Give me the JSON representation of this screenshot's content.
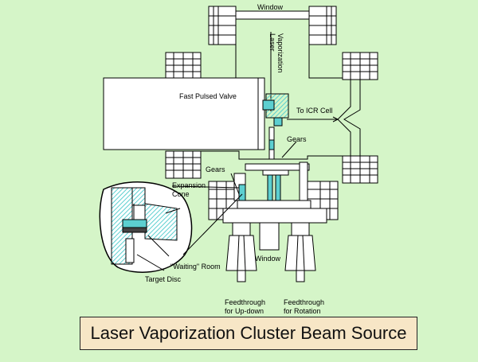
{
  "title": "Laser Vaporization Cluster Beam Source",
  "labels": {
    "window_top": "Window",
    "vaporization_laser": "Vaporization Laser",
    "fast_pulsed_valve": "Fast Pulsed Valve",
    "to_icr_cell": "To ICR Cell",
    "gears_right": "Gears",
    "gears_left": "Gears",
    "expansion_cone": "Expansion Cone",
    "waiting_room": "\"Waiting\" Room",
    "target_disc": "Target Disc",
    "window_bottom": "Window",
    "feedthrough_updown": "Feedthrough for Up-down",
    "feedthrough_rotation": "Feedthrough for Rotation"
  },
  "colors": {
    "background": "#d5f5c8",
    "caption_bg": "#f7e6c6",
    "part_fill": "#5ccfd0",
    "line": "#000000"
  }
}
